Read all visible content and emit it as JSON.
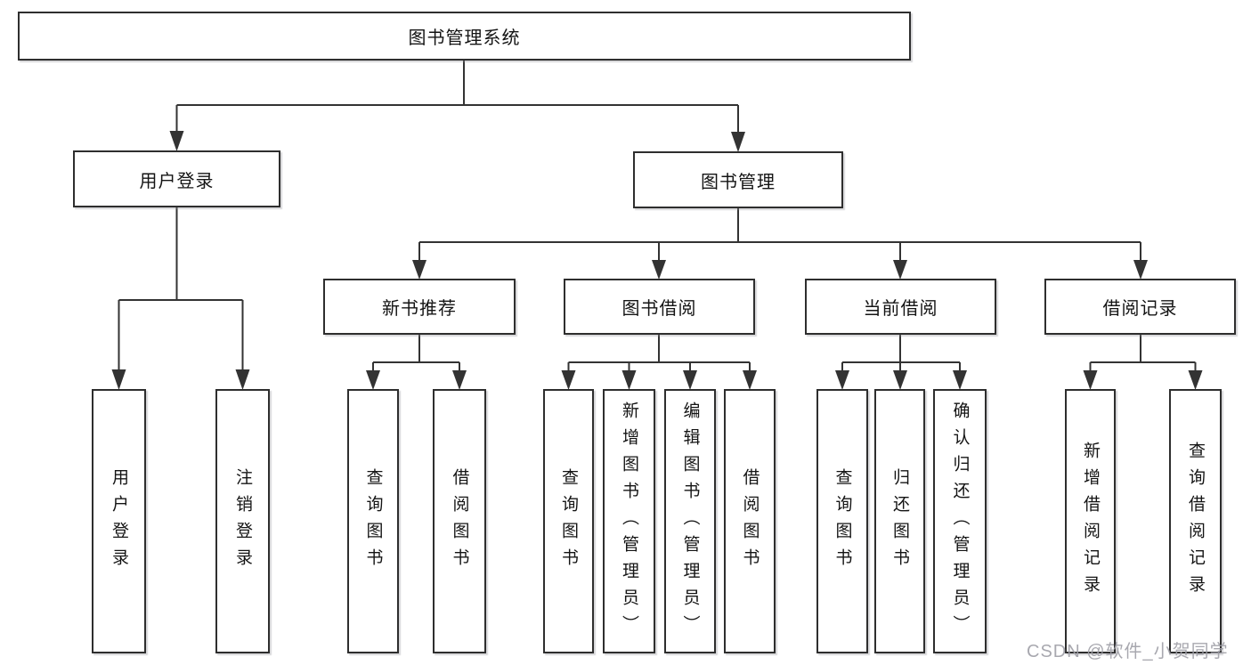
{
  "diagram": {
    "title": "图书管理系统",
    "root": {
      "label": "图书管理系统"
    },
    "level2": [
      {
        "label": "用户登录"
      },
      {
        "label": "图书管理"
      }
    ],
    "level3": [
      {
        "label": "新书推荐"
      },
      {
        "label": "图书借阅"
      },
      {
        "label": "当前借阅"
      },
      {
        "label": "借阅记录"
      }
    ],
    "leaf": {
      "user_login": [
        "用户登录",
        "注销登录"
      ],
      "new_books": [
        "查询图书",
        "借阅图书"
      ],
      "borrow": [
        "查询图书",
        "新增图书（管理员）",
        "编辑图书（管理员）",
        "借阅图书"
      ],
      "current": [
        "查询图书",
        "归还图书",
        "确认归还（管理员）"
      ],
      "records": [
        "新增借阅记录",
        "查询借阅记录"
      ]
    },
    "line_color": "#333333",
    "border_color": "#2e2e2e",
    "background_color": "#ffffff"
  },
  "watermark": {
    "text": "CSDN @软件_小贺同学"
  }
}
